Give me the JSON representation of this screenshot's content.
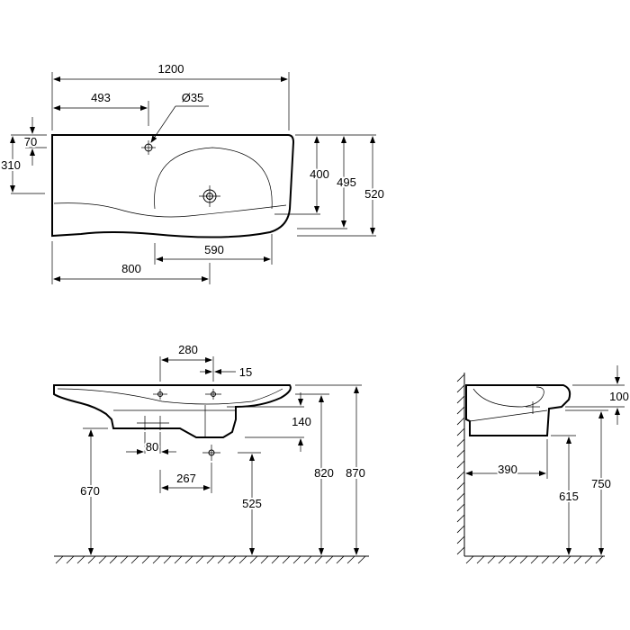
{
  "top_view": {
    "overall_width": "1200",
    "tap_offset": "493",
    "tap_diameter": "Ø35",
    "tap_from_back": "70",
    "left_depth": "310",
    "bowl_depth": "400",
    "mid_depth": "495",
    "max_depth": "520",
    "bowl_width": "590",
    "left_section": "800"
  },
  "front_view": {
    "bowl_width": "280",
    "waste_offset": "15",
    "siphon_drop": "140",
    "siphon_offset": "80",
    "waste_spacing": "267",
    "support_height": "670",
    "waste_height": "525",
    "underside_height": "820",
    "top_height": "870"
  },
  "side_view": {
    "rim_height": "100",
    "projection": "390",
    "bracket_height": "615",
    "underside_height": "750"
  }
}
